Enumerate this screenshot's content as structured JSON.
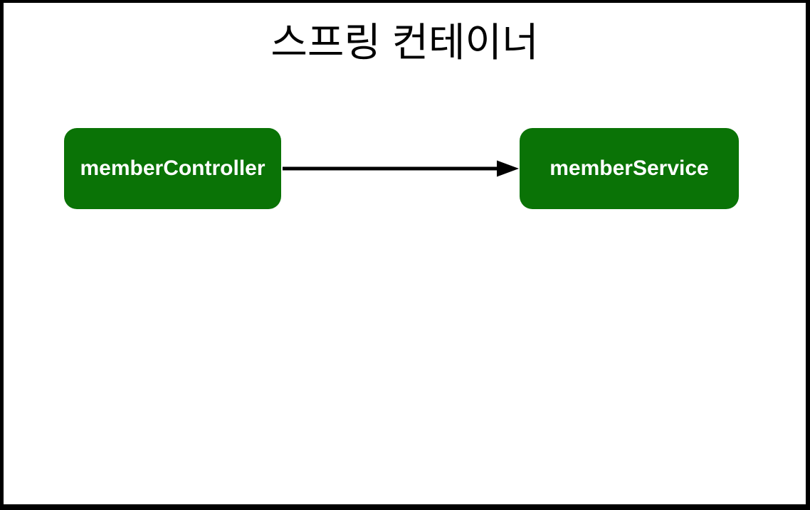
{
  "diagram": {
    "title": "스프링 컨테이너",
    "nodes": [
      {
        "id": "memberController",
        "label": "memberController"
      },
      {
        "id": "memberService",
        "label": "memberService"
      }
    ],
    "edges": [
      {
        "from": "memberController",
        "to": "memberService",
        "type": "arrow",
        "direction": "right"
      }
    ],
    "colors": {
      "background": "#ffffff",
      "frame_border": "#000000",
      "title_text": "#000000",
      "node_fill": "#0a7306",
      "node_text": "#ffffff",
      "arrow": "#000000"
    }
  }
}
